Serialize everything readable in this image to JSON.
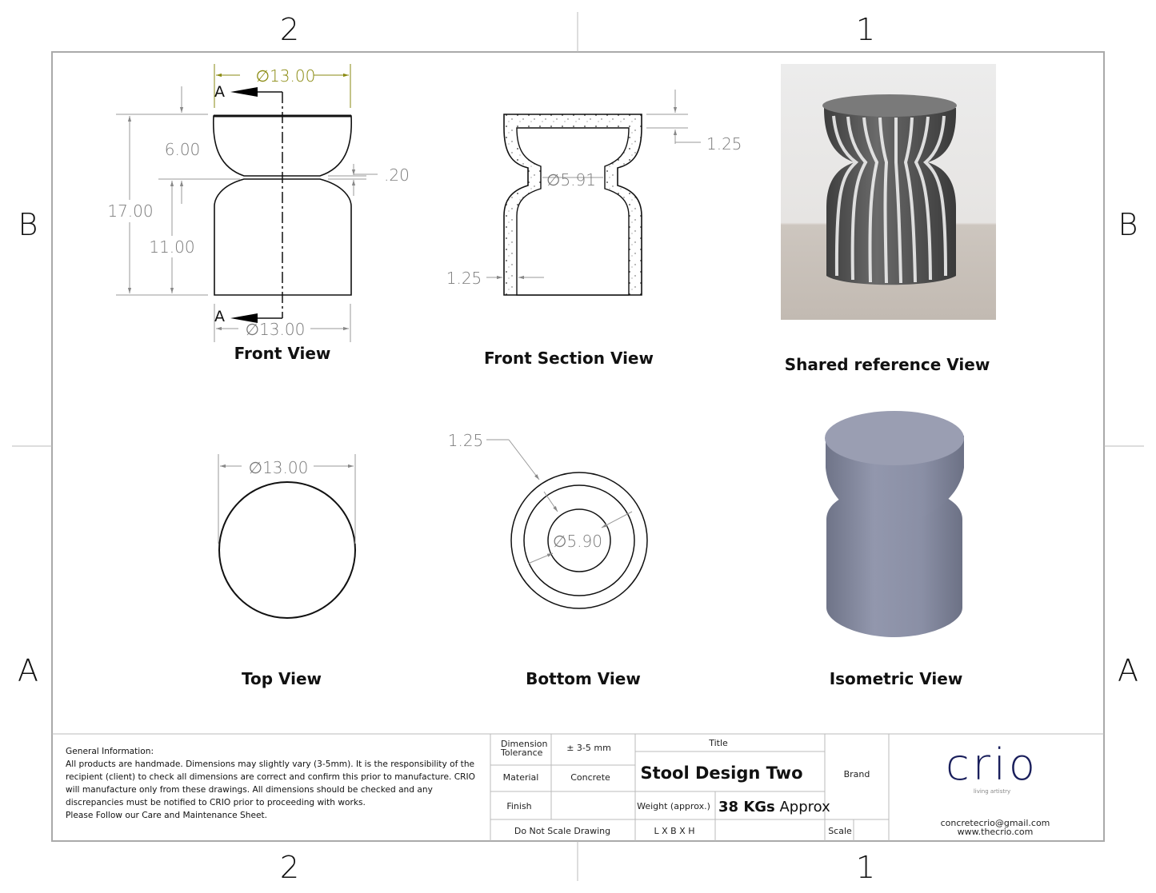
{
  "zones": {
    "top_left": "2",
    "top_right": "1",
    "bottom_left": "2",
    "bottom_right": "1",
    "left_upper": "B",
    "left_lower": "A",
    "right_upper": "B",
    "right_lower": "A"
  },
  "views": {
    "front": {
      "label": "Front View",
      "dia_top": "∅13.00",
      "dia_bottom": "∅13.00",
      "height_total": "17.00",
      "height_top": "6.00",
      "height_bottom": "11.00",
      "gap": ".20",
      "section_mark": "A"
    },
    "section": {
      "label": "Front Section View",
      "thickness_top": "1.25",
      "thickness_side": "1.25",
      "neck_dia": "∅5.91"
    },
    "reference": {
      "label": "Shared reference View"
    },
    "top": {
      "label": "Top View",
      "dia": "∅13.00"
    },
    "bottom": {
      "label": "Bottom View",
      "thickness": "1.25",
      "dia": "∅5.90"
    },
    "isometric": {
      "label": "Isometric View"
    }
  },
  "general_info": {
    "heading": "General Information:",
    "body": "All products are handmade. Dimensions may slightly vary (3-5mm). It is the responsibility of the recipient (client) to check all dimensions are correct and confirm this prior to manufacture. CRIO will manufacture only from these drawings. All dimensions should be checked and any discrepancies must be notified to CRIO prior to proceeding with works.",
    "footer": "Please Follow our Care and Maintenance Sheet."
  },
  "title_block": {
    "tolerance_label_1": "Dimension",
    "tolerance_label_2": "Tolerance",
    "tolerance_value": "± 3-5 mm",
    "material_label": "Material",
    "material_value": "Concrete",
    "finish_label": "Finish",
    "finish_value": "",
    "do_not_scale": "Do Not Scale Drawing",
    "title_label": "Title",
    "title_value": "Stool Design Two",
    "weight_label": "Weight (approx.)",
    "weight_value_bold": "38 KGs",
    "weight_value_rest": " Approx",
    "dims_label": "L X B X H",
    "dims_value": "",
    "brand_label": "Brand",
    "scale_label": "Scale",
    "scale_value": "",
    "logo": "crio",
    "logo_tagline": "living artistry",
    "email": "concretecrio@gmail.com",
    "website": "www.thecrio.com"
  },
  "colors": {
    "accent_dim": "#8a8a10",
    "logo": "#1a1f5c",
    "iso": "#8e93a8"
  }
}
